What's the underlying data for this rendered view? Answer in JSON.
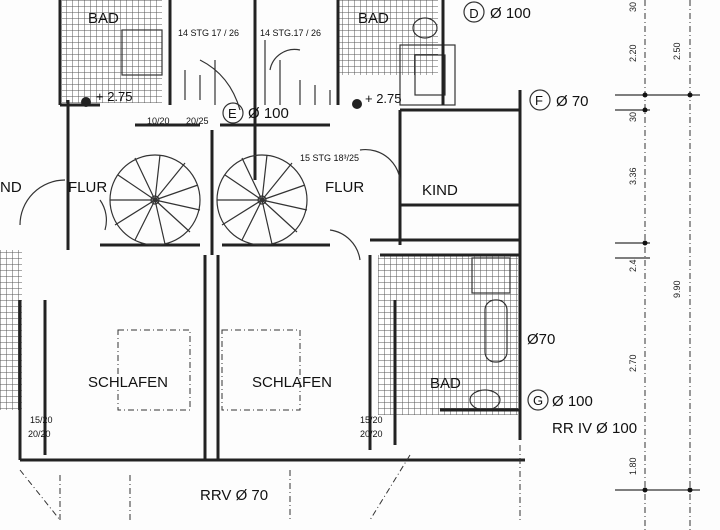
{
  "rooms": {
    "bad_top_left": "BAD",
    "bad_top_right": "BAD",
    "flur_left": "FLUR",
    "flur_right": "FLUR",
    "kind_left_partial": "ND",
    "kind_right": "KIND",
    "schlafen_left": "SCHLAFEN",
    "schlafen_right": "SCHLAFEN",
    "bad_bottom_right": "BAD"
  },
  "stairs": {
    "left_top": "14 STG 17 / 26",
    "right_top": "14 STG.17 / 26",
    "spiral": "15 STG 18³/25"
  },
  "levels": {
    "left": "+ 2.75",
    "right": "+ 2.75"
  },
  "openings": {
    "left_a": "10/20",
    "left_b": "20/25",
    "bottom_left_a": "15/20",
    "bottom_left_b": "20/20",
    "bottom_right_a": "15/20",
    "bottom_right_b": "20/20"
  },
  "pipes": {
    "D": {
      "letter": "D",
      "size": "Ø 100"
    },
    "E": {
      "letter": "E",
      "size": "Ø 100"
    },
    "F": {
      "letter": "F",
      "size": "Ø 70"
    },
    "bath": {
      "size": "Ø70"
    },
    "G": {
      "letter": "G",
      "size": "Ø 100"
    },
    "rr_iv": "RR IV Ø 100",
    "rrv": "RRV Ø 70"
  },
  "dimensions": [
    "30",
    "2.20",
    "2.50",
    "30",
    "3.36",
    "2.4",
    "9.90",
    "2.70",
    "1.80"
  ]
}
